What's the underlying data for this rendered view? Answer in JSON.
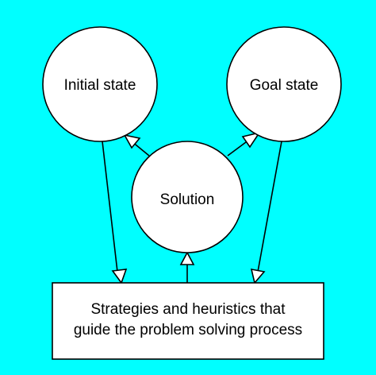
{
  "colors": {
    "background": "#00FFFF",
    "node_fill": "#FFFFFF",
    "stroke": "#000000"
  },
  "nodes": {
    "initial_state": "Initial state",
    "goal_state": "Goal state",
    "solution": "Solution",
    "strategies_line1": "Strategies and heuristics that",
    "strategies_line2": "guide the problem solving process"
  },
  "edges": [
    {
      "from": "solution",
      "to": "initial_state"
    },
    {
      "from": "solution",
      "to": "goal_state"
    },
    {
      "from": "initial_state",
      "to": "strategies"
    },
    {
      "from": "goal_state",
      "to": "strategies"
    },
    {
      "from": "strategies",
      "to": "solution"
    }
  ]
}
